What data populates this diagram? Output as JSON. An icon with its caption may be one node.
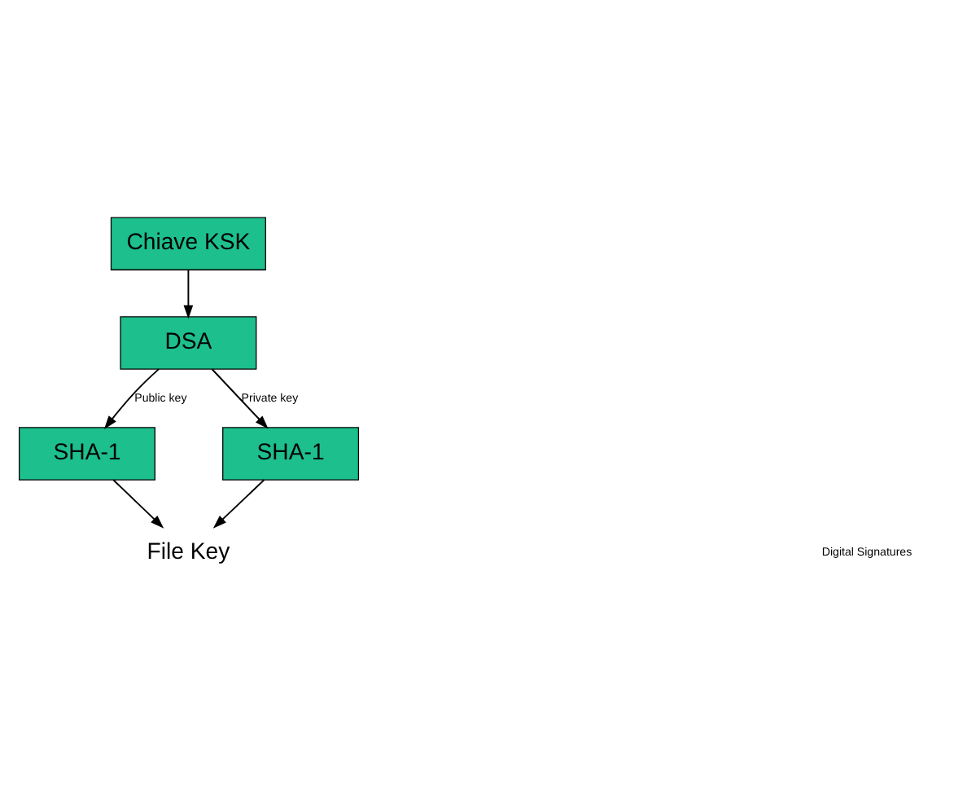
{
  "diagram": {
    "nodes": [
      {
        "text": [
          "Chiave KSK"
        ]
      },
      {
        "text": [
          "DSA"
        ]
      },
      {
        "text": [
          "SHA-1"
        ]
      },
      {
        "text": [
          "SHA-1"
        ]
      },
      {
        "text": [
          "File Key"
        ]
      }
    ],
    "edges": [
      {
        "from": 0,
        "to": 1,
        "arrow": "to"
      },
      {
        "from": 1,
        "to": 2,
        "arrow": "to",
        "label": "Public key"
      },
      {
        "from": 1,
        "to": 3,
        "arrow": "to",
        "label": "Private key"
      },
      {
        "from": 2,
        "to": 4,
        "arrow": "to"
      },
      {
        "from": 3,
        "to": 4,
        "arrow": "to"
      }
    ],
    "labels": [
      "Digital Signatures"
    ]
  }
}
